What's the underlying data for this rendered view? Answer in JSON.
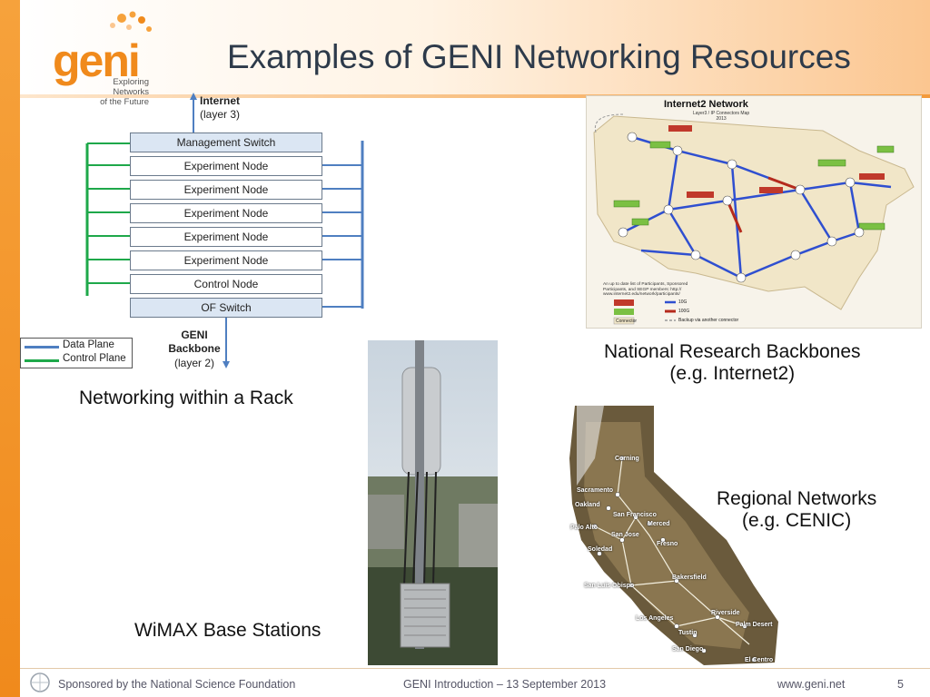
{
  "slide": {
    "title": "Examples of GENI Networking Resources",
    "logo": {
      "word": "geni",
      "tagline_1": "Exploring Networks",
      "tagline_2": "of the Future"
    }
  },
  "rack": {
    "internet_label_1": "Internet",
    "internet_label_2": "(layer 3)",
    "boxes": [
      "Management Switch",
      "Experiment Node",
      "Experiment Node",
      "Experiment Node",
      "Experiment Node",
      "Experiment Node",
      "Control Node",
      "OF Switch"
    ],
    "backbone_1": "GENI",
    "backbone_2": "Backbone",
    "backbone_3": "(layer 2)",
    "legend": {
      "data_plane": "Data Plane",
      "control_plane": "Control Plane"
    },
    "colors": {
      "data": "#4f7fc1",
      "control": "#1ea84a"
    }
  },
  "captions": {
    "rack": "Networking within a Rack",
    "national_1": "National Research Backbones",
    "national_2": "(e.g. Internet2)",
    "regional_1": "Regional Networks",
    "regional_2": "(e.g. CENIC)",
    "wimax": "WiMAX Base Stations"
  },
  "internet2_map": {
    "title": "Internet2 Network",
    "subtitle_1": "Layer3 / IP Connectors Map",
    "subtitle_2": "2013",
    "note": "An up to date list of Participants, Sponsored Participants, and SEGP members: http:// www.internet2.edu/network/participants/",
    "legend_10g": "10G",
    "legend_100g": "100G",
    "legend_backup": "Backup via another connector",
    "legend_connector": "Connector"
  },
  "cenic_map": {
    "cities": [
      "Corning",
      "Sacramento",
      "Oakland",
      "San Francisco",
      "Merced",
      "Palo Alto",
      "San Jose",
      "Fresno",
      "Soledad",
      "Bakersfield",
      "San Luis Obispo",
      "Riverside",
      "Los Angeles",
      "Palm Desert",
      "Tustin",
      "San Diego",
      "El Centro"
    ]
  },
  "footer": {
    "sponsor": "Sponsored by the National Science Foundation",
    "event": "GENI Introduction – 13 September 2013",
    "url": "www.geni.net",
    "page": "5"
  },
  "colors": {
    "accent": "#f08a1c",
    "title": "#2d3a4a"
  }
}
